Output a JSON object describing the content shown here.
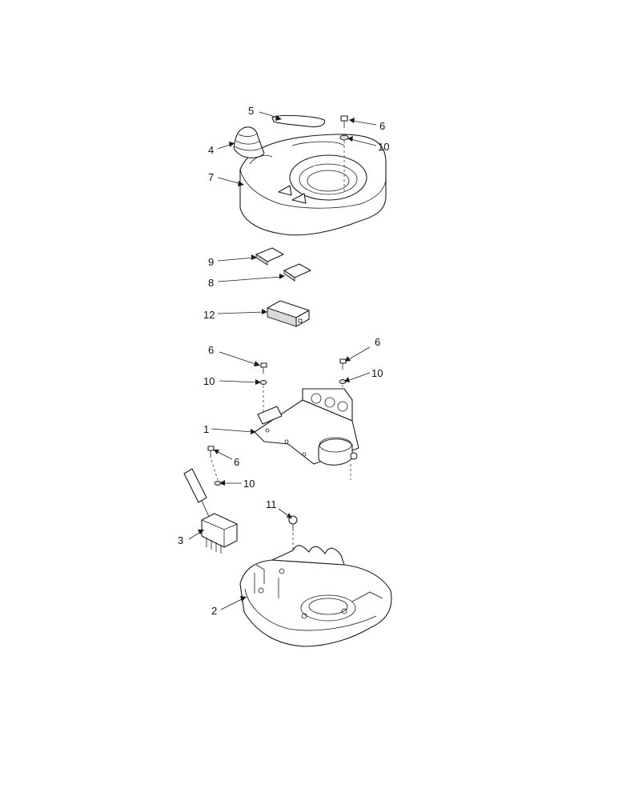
{
  "callouts": [
    {
      "id": "c5",
      "text": "5"
    },
    {
      "id": "c6a",
      "text": "6"
    },
    {
      "id": "c10a",
      "text": "10"
    },
    {
      "id": "c4",
      "text": "4"
    },
    {
      "id": "c7",
      "text": "7"
    },
    {
      "id": "c9",
      "text": "9"
    },
    {
      "id": "c8",
      "text": "8"
    },
    {
      "id": "c12",
      "text": "12"
    },
    {
      "id": "c6b",
      "text": "6"
    },
    {
      "id": "c6c",
      "text": "6"
    },
    {
      "id": "c10b",
      "text": "10"
    },
    {
      "id": "c10c",
      "text": "10"
    },
    {
      "id": "c1",
      "text": "1"
    },
    {
      "id": "c6d",
      "text": "6"
    },
    {
      "id": "c10d",
      "text": "10"
    },
    {
      "id": "c11",
      "text": "11"
    },
    {
      "id": "c3",
      "text": "3"
    },
    {
      "id": "c2",
      "text": "2"
    }
  ]
}
